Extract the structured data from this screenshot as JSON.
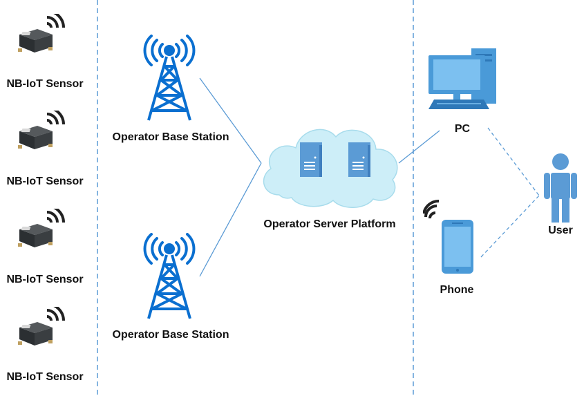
{
  "sensors": [
    {
      "label": "NB-IoT Sensor"
    },
    {
      "label": "NB-IoT Sensor"
    },
    {
      "label": "NB-IoT Sensor"
    },
    {
      "label": "NB-IoT Sensor"
    }
  ],
  "base_stations": [
    {
      "label": "Operator Base Station"
    },
    {
      "label": "Operator Base Station"
    }
  ],
  "server": {
    "label": "Operator Server Platform"
  },
  "pc": {
    "label": "PC"
  },
  "phone": {
    "label": "Phone"
  },
  "user": {
    "label": "User"
  },
  "colors": {
    "tower": "#0a6fd0",
    "connector": "#5b9bd5",
    "cloud_fill": "#cdeef8",
    "cloud_stroke": "#a8dcec",
    "server_box": "#5b9bd5",
    "pc_blue": "#4a9ad8",
    "user_blue": "#5b9bd5",
    "sensor_body": "#2f3336",
    "wifi_arcs": "#222222"
  }
}
